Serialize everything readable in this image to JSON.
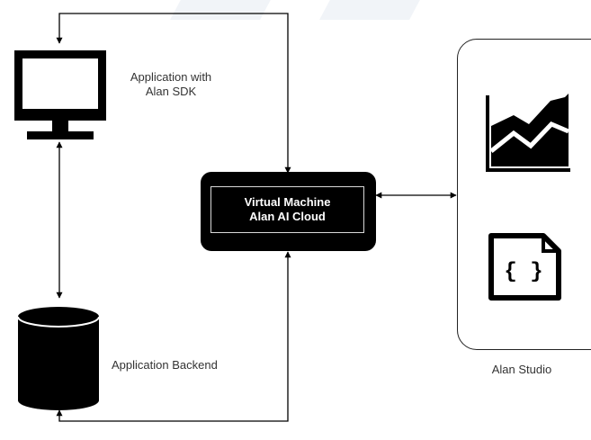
{
  "nodes": {
    "application_frontend": {
      "line1": "Application with",
      "line2": "Alan SDK"
    },
    "application_backend": {
      "label": "Application Backend"
    },
    "virtual_machine": {
      "line1": "Virtual Machine",
      "line2": "Alan AI Cloud"
    },
    "alan_studio": {
      "label": "Alan Studio"
    }
  },
  "icons": {
    "monitor": "monitor-icon",
    "database": "database-icon",
    "chart": "area-chart-icon",
    "code_file": "code-file-icon"
  },
  "code_glyph": "{ }",
  "colors": {
    "ink": "#000000",
    "text": "#333333",
    "inner_border": "#d8d8d8"
  }
}
